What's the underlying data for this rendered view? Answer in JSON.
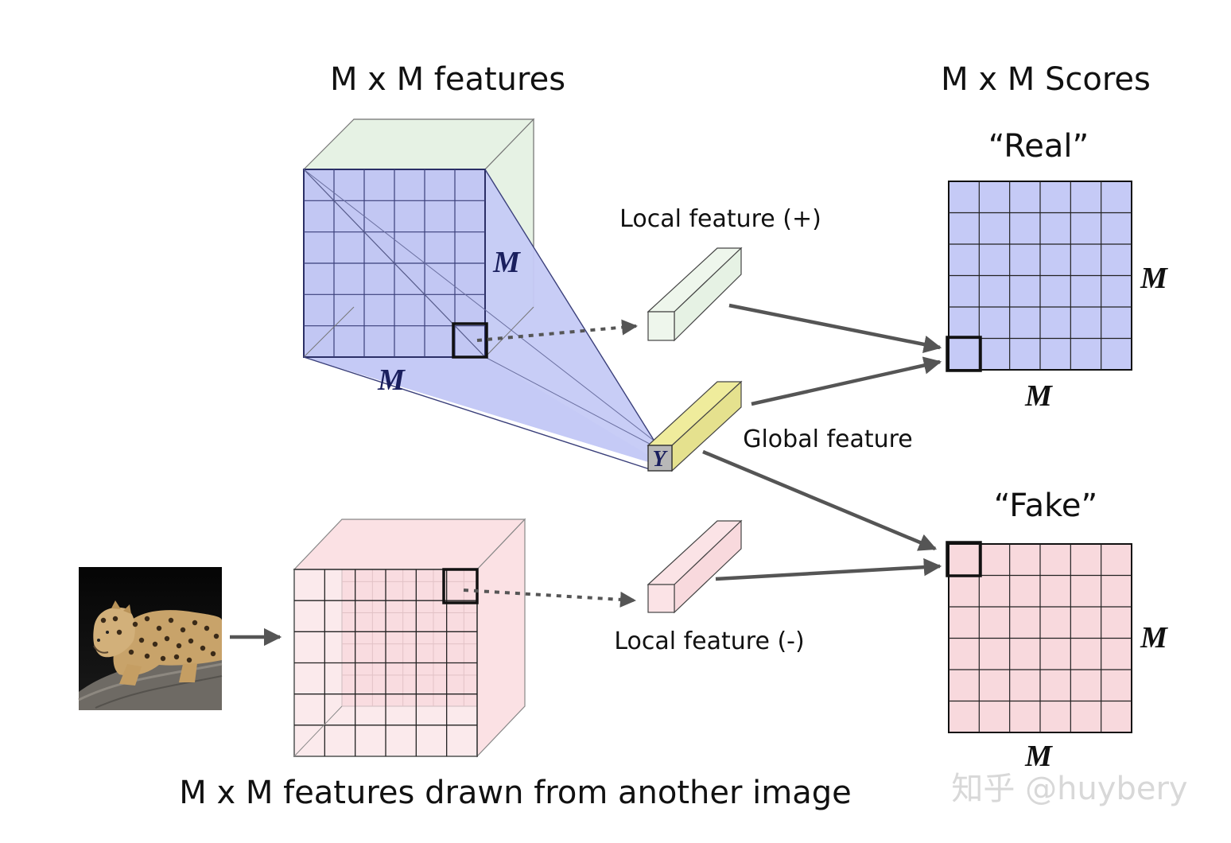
{
  "titles": {
    "features": "M x M features",
    "scores": "M x M Scores",
    "another": "M x M features drawn from another image"
  },
  "labels": {
    "real": "“Real”",
    "fake": "“Fake”",
    "local_pos": "Local feature (+)",
    "local_neg": "Local feature (-)",
    "global": "Global feature",
    "m": "M",
    "y": "Y"
  },
  "watermark": "知乎 @huybery",
  "colors": {
    "blue_fill": "#c5caf6",
    "green_fill": "#e6f2e4",
    "pink_fill": "#f8d9dd",
    "yellow_fill": "#e5e18e",
    "gray_y": "#b8b8b8",
    "arrow": "#555555"
  },
  "icons": {
    "photo": "leopard-photo"
  }
}
